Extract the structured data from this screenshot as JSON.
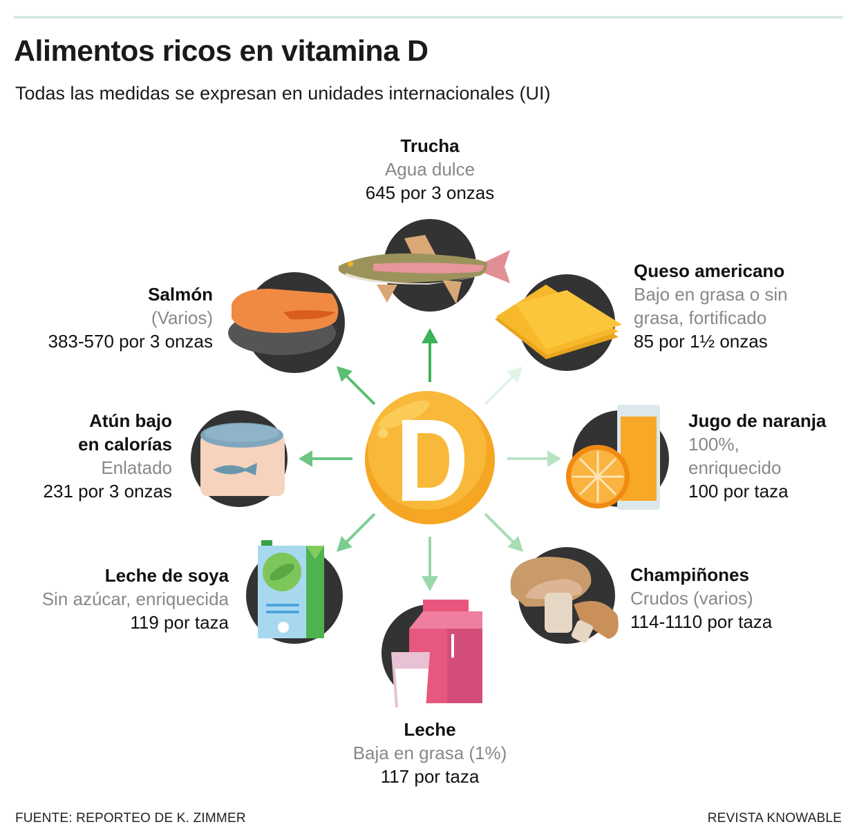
{
  "header": {
    "title": "Alimentos ricos en vitamina D",
    "subtitle": "Todas las medidas se expresan en unidades internacionales (UI)"
  },
  "center": {
    "letter": "D",
    "color": "#f6b127"
  },
  "foods": {
    "trucha": {
      "name": "Trucha",
      "detail": "Agua dulce",
      "value": "645 por 3 onzas",
      "icon": "trout-icon"
    },
    "queso": {
      "name": "Queso americano",
      "detail1": "Bajo en grasa o sin",
      "detail2": "grasa, fortificado",
      "value": "85 por 1½ onzas",
      "icon": "cheese-slices-icon"
    },
    "jugo": {
      "name": "Jugo de naranja",
      "detail1": "100%,",
      "detail2": "enriquecido",
      "value": "100 por taza",
      "icon": "orange-juice-icon"
    },
    "champinones": {
      "name": "Champiñones",
      "detail": "Crudos (varios)",
      "value": "114-1110 por taza",
      "icon": "mushroom-icon"
    },
    "leche": {
      "name": "Leche",
      "detail": "Baja en grasa (1%)",
      "value": "117 por taza",
      "icon": "milk-carton-icon"
    },
    "soya": {
      "name": "Leche de soya",
      "detail": "Sin azúcar, enriquecida",
      "value": "119 por taza",
      "icon": "soy-milk-icon"
    },
    "atun": {
      "name1": "Atún bajo",
      "name2": "en calorías",
      "detail": "Enlatado",
      "value": "231 por 3 onzas",
      "icon": "tuna-can-icon"
    },
    "salmon": {
      "name": "Salmón",
      "detail": "(Varios)",
      "value": "383-570 por 3 onzas",
      "icon": "salmon-steak-icon"
    }
  },
  "arrow_colors": {
    "strong": "#3cb356",
    "medium": "#6cc582",
    "light": "#a8dcb4",
    "faint": "#dcf2e2"
  },
  "footer": {
    "source": "FUENTE: REPORTEO DE K. ZIMMER",
    "publisher": "REVISTA KNOWABLE"
  }
}
